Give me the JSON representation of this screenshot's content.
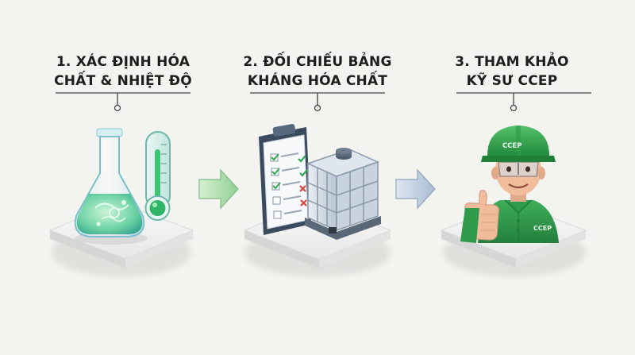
{
  "steps": [
    {
      "number": "1.",
      "line1": "XÁC ĐỊNH HÓA",
      "line2": "CHẤT & NHIỆT ĐỘ"
    },
    {
      "number": "2.",
      "line1": "ĐỐI CHIẾU BẢNG",
      "line2": "KHÁNG HÓA CHẤT"
    },
    {
      "number": "3.",
      "line1": "THAM KHẢO",
      "line2": "KỸ SƯ CCEP"
    }
  ],
  "engineer": {
    "helmet_text": "CCEP",
    "shirt_text": "CCEP"
  },
  "colors": {
    "background": "#f3f3ef",
    "accent_green": "#2e9a4a",
    "arrow_green": "#a8d9a8",
    "arrow_blue": "#b8c9dc",
    "platform": "#ececec"
  }
}
